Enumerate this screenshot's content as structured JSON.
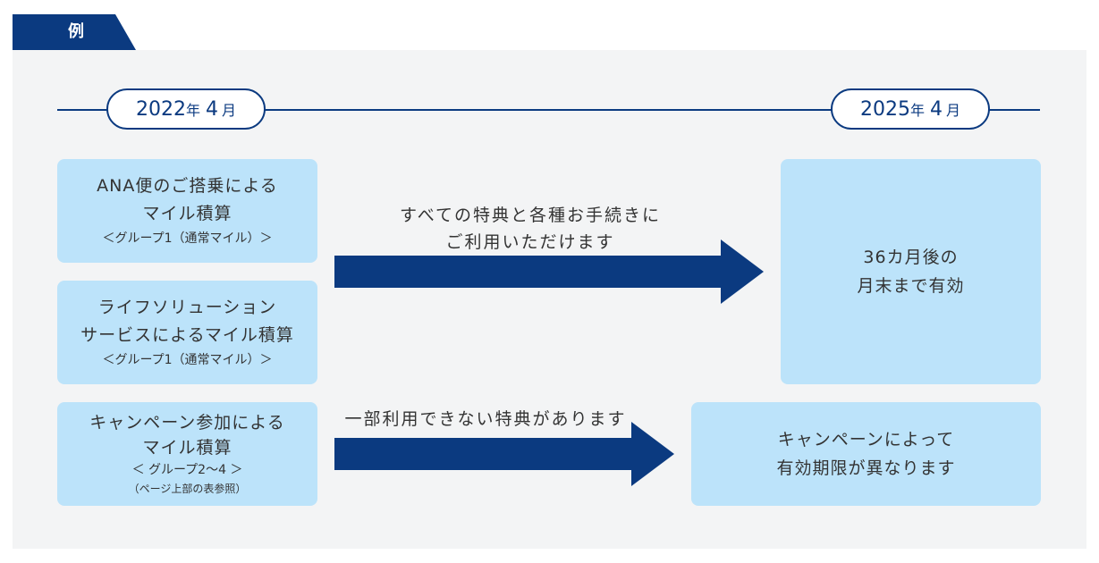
{
  "tab": {
    "label": "例"
  },
  "timeline": {
    "start": {
      "year": "2022",
      "year_suffix": "年",
      "month": "4",
      "month_suffix": "月"
    },
    "end": {
      "year": "2025",
      "year_suffix": "年",
      "month": "4",
      "month_suffix": "月"
    }
  },
  "left_boxes": [
    {
      "line1": "ANA便のご搭乗による",
      "line2": "マイル積算",
      "sub": "＜グループ1（通常マイル）＞"
    },
    {
      "line1": "ライフソリューション",
      "line2": "サービスによるマイル積算",
      "sub": "＜グループ1（通常マイル）＞"
    },
    {
      "line1": "キャンペーン参加による",
      "line2": "マイル積算",
      "sub": "＜ グループ2～4 ＞",
      "note": "（ページ上部の表参照）"
    }
  ],
  "arrows": [
    {
      "line1": "すべての特典と各種お手続きに",
      "line2": "ご利用いただけます"
    },
    {
      "line1": "一部利用できない特典があります"
    }
  ],
  "right_boxes": [
    {
      "line1": "36カ月後の",
      "line2": "月末まで有効"
    },
    {
      "line1": "キャンペーンによって",
      "line2": "有効期限が異なります"
    }
  ],
  "colors": {
    "navy": "#0b3a80",
    "light_blue": "#bce3fa",
    "panel_bg": "#f3f4f5"
  }
}
